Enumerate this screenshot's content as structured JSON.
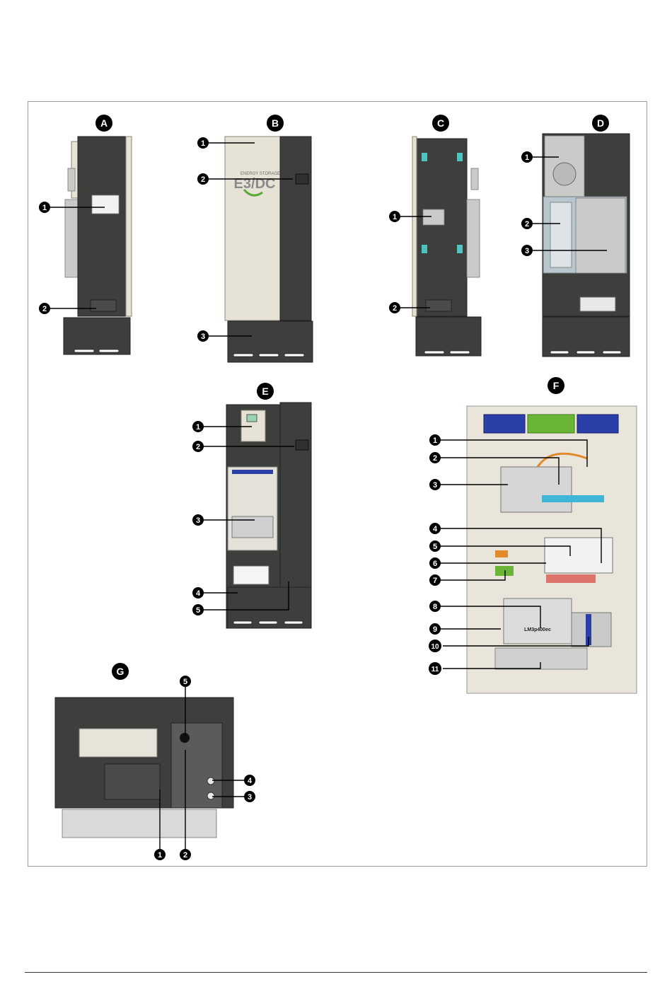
{
  "views": {
    "A": {
      "title": "A",
      "callouts": [
        "1",
        "2"
      ]
    },
    "B": {
      "title": "B",
      "callouts": [
        "1",
        "2",
        "3"
      ],
      "logo_text": "E3/DC",
      "logo_subtext": "ENERGY STORAGE"
    },
    "C": {
      "title": "C",
      "callouts": [
        "1",
        "2"
      ]
    },
    "D": {
      "title": "D",
      "callouts": [
        "1",
        "2",
        "3"
      ]
    },
    "E": {
      "title": "E",
      "callouts": [
        "1",
        "2",
        "3",
        "4",
        "5"
      ]
    },
    "F": {
      "title": "F",
      "callouts": [
        "1",
        "2",
        "3",
        "4",
        "5",
        "6",
        "7",
        "8",
        "9",
        "10",
        "11"
      ],
      "module_label": "LM3p400ec"
    },
    "G": {
      "title": "G",
      "callouts": [
        "5",
        "4",
        "3",
        "1",
        "2"
      ]
    }
  },
  "colors": {
    "cabinet": "#3d3f3d",
    "front_panel": "#e6e2d6",
    "terminal_blue": "#2b3fa8",
    "terminal_green": "#6bb536",
    "breaker_cyan": "#3fb6d8",
    "accent_orange": "#e08a2a",
    "accent_red": "#d6453c"
  }
}
